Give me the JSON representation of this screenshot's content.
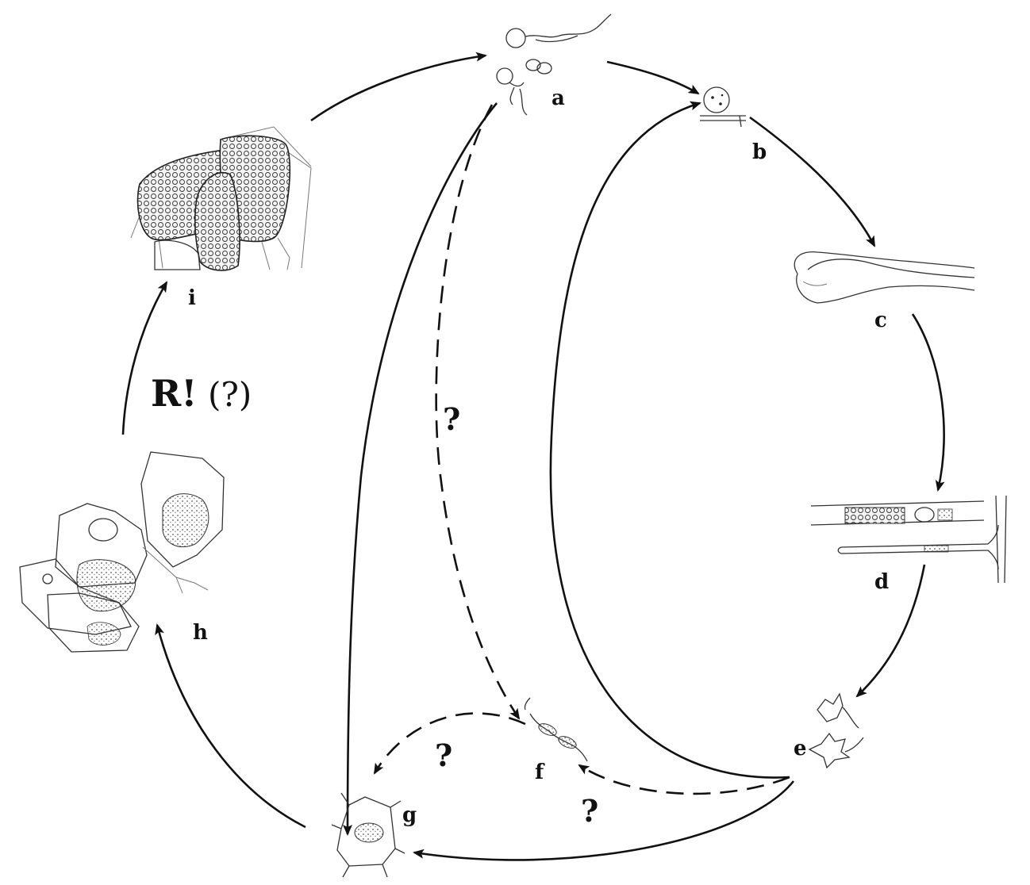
{
  "stages": {
    "a": "a",
    "b": "b",
    "c": "c",
    "d": "d",
    "e": "e",
    "f": "f",
    "g": "g",
    "h": "h",
    "i": "i"
  },
  "uncertain_marks": {
    "a_to_f": "?",
    "e_to_f": "?",
    "f_to_g": "?"
  },
  "r_step": {
    "bold": "R!",
    "note": "(?)"
  },
  "colors": {
    "ink": "#111111",
    "background": "#ffffff"
  }
}
